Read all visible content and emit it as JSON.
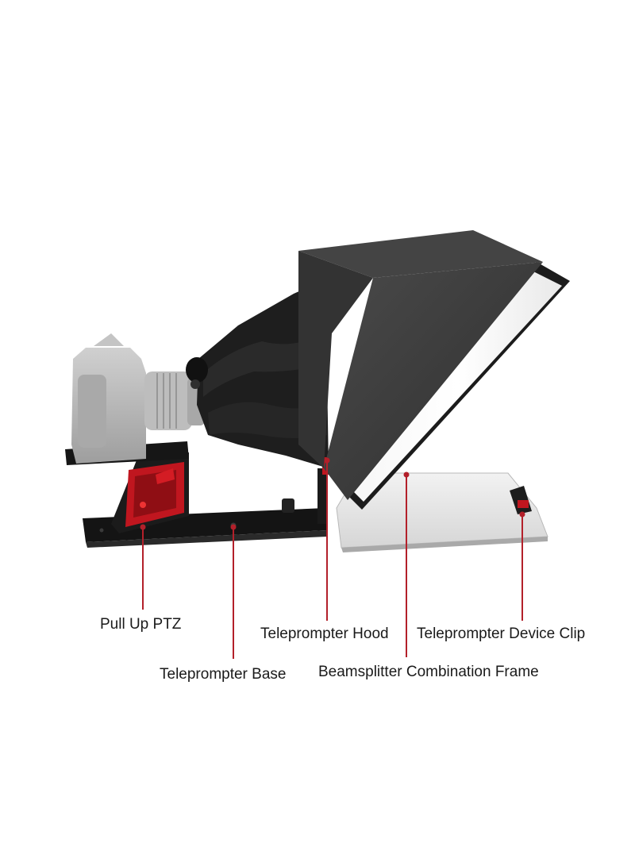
{
  "labels": {
    "pull_up_ptz": "Pull Up PTZ",
    "teleprompter_hood": "Teleprompter Hood",
    "teleprompter_device_clip": "Teleprompter Device Clip",
    "teleprompter_base": "Teleprompter Base",
    "beamsplitter_frame": "Beamsplitter Combination Frame"
  },
  "colors": {
    "callout_line": "#b3202a",
    "accent_red": "#c0161f",
    "hood": "#3a3a3a",
    "base": "#151515",
    "camera": "#b9b9b9",
    "label_text": "#1a1a1a"
  }
}
